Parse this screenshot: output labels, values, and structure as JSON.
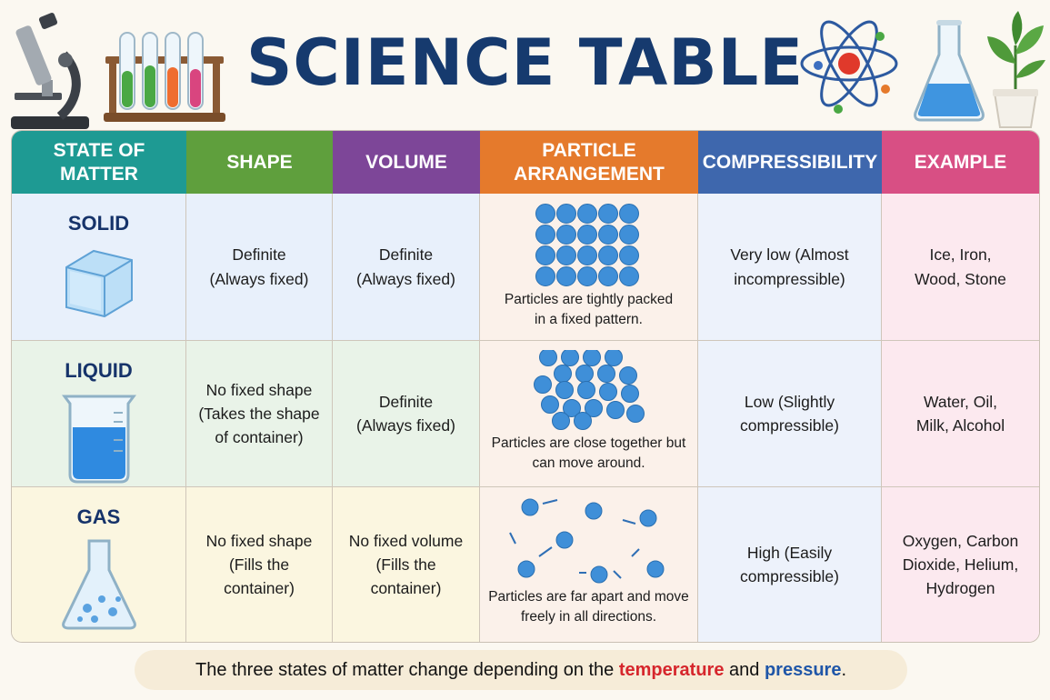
{
  "title": "SCIENCE TABLE",
  "columns": [
    "STATE OF MATTER",
    "SHAPE",
    "VOLUME",
    "PARTICLE ARRANGEMENT",
    "COMPRESSIBILITY",
    "EXAMPLE"
  ],
  "rows": [
    {
      "state": "SOLID",
      "shape": "Definite (Always fixed)",
      "volume": "Definite (Always fixed)",
      "particle_caption": "Particles are tightly packed in a fixed pattern.",
      "compressibility": "Very low (Almost incompressible)",
      "example": "Ice, Iron, Wood, Stone"
    },
    {
      "state": "LIQUID",
      "shape": "No fixed shape (Takes the shape of container)",
      "volume": "Definite (Always fixed)",
      "particle_caption": "Particles are close together but can move around.",
      "compressibility": "Low (Slightly compressible)",
      "example": "Water, Oil, Milk, Alcohol"
    },
    {
      "state": "GAS",
      "shape": "No fixed shape (Fills the container)",
      "volume": "No fixed volume (Fills the container)",
      "particle_caption": "Particles are far apart and move freely in all directions.",
      "compressibility": "High (Easily compressible)",
      "example": "Oxygen, Carbon Dioxide, Helium, Hydrogen"
    }
  ],
  "footer": {
    "before": "The three states of matter change depending on the ",
    "word1": "temperature",
    "middle": " and ",
    "word2": "pressure",
    "after": "."
  },
  "colors": {
    "title": "#163a6e",
    "header_state": "#1e9a93",
    "header_shape": "#5f9f3d",
    "header_volume": "#7d4698",
    "header_particle": "#e57a2c",
    "header_compressibility": "#3e67ad",
    "header_example": "#d84f84",
    "particle": "#3f8fd8"
  },
  "icons": [
    "microscope-icon",
    "test-tube-rack-icon",
    "atom-icon",
    "flask-icon",
    "plant-icon",
    "ice-cube-icon",
    "beaker-icon",
    "gas-flask-icon"
  ]
}
